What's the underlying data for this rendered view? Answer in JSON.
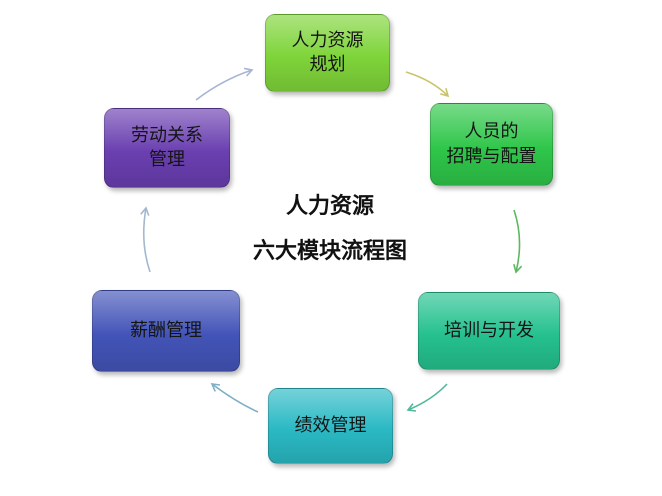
{
  "diagram": {
    "center_title_line1": "人力资源",
    "center_title_line2": "六大模块流程图",
    "nodes": [
      {
        "id": "planning",
        "label": "人力资源\n规划",
        "color": "#7fd43a"
      },
      {
        "id": "recruitment",
        "label": "人员的\n招聘与配置",
        "color": "#2fc64a"
      },
      {
        "id": "training",
        "label": "培训与开发",
        "color": "#25c18e"
      },
      {
        "id": "performance",
        "label": "绩效管理",
        "color": "#2ab9c4"
      },
      {
        "id": "compensation",
        "label": "薪酬管理",
        "color": "#4354b8"
      },
      {
        "id": "labor",
        "label": "劳动关系\n管理",
        "color": "#6a3fb0"
      }
    ],
    "arrow_colors": [
      "#c8c46a",
      "#5db85f",
      "#4fb99a",
      "#7fb0c6",
      "#a3b8cf",
      "#a8b4d6"
    ]
  }
}
